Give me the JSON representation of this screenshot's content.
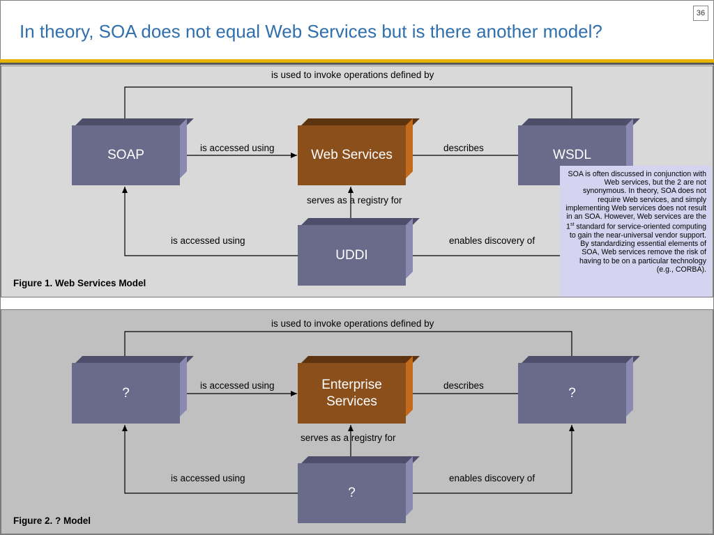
{
  "slide": {
    "title": "In theory, SOA does not equal Web Services but is there another model?",
    "page_number": "36"
  },
  "figure1": {
    "caption": "Figure 1.  Web Services Model",
    "nodes": {
      "left": "SOAP",
      "center": "Web Services",
      "right": "WSDL",
      "bottom": "UDDI"
    },
    "labels": {
      "top": "is used to invoke operations defined by",
      "left_to_center": "is accessed using",
      "right_to_center": "describes",
      "bottom_to_center": "serves as a registry for",
      "bottom_to_left": "is accessed using",
      "bottom_to_right": "enables discovery of"
    }
  },
  "figure2": {
    "caption": "Figure 2.  ? Model",
    "nodes": {
      "left": "?",
      "center": "Enterprise Services",
      "right": "?",
      "bottom": "?"
    },
    "labels": {
      "top": "is used to invoke operations defined by",
      "left_to_center": "is accessed using",
      "right_to_center": "describes",
      "bottom_to_center": "serves as a registry for",
      "bottom_to_left": "is accessed using",
      "bottom_to_right": "enables discovery of"
    }
  },
  "note": {
    "text_before_sup": "SOA is often discussed in conjunction with Web services, but the 2 are not synonymous.  In theory, SOA does not require Web services, and simply implementing Web services does not result in an SOA. However, Web services are the 1",
    "sup": "st",
    "text_after_sup": " standard for service-oriented computing to gain the near-universal vendor support.  By standardizing essential elements of SOA, Web services remove the risk of having to be on a particular technology (e.g., CORBA)."
  },
  "colors": {
    "title": "#2f6fad",
    "node_gray": "#6a6a8a",
    "node_brown": "#8b4f1c",
    "accent_rule": "#e6b400",
    "note_bg": "#d4d4f0"
  }
}
